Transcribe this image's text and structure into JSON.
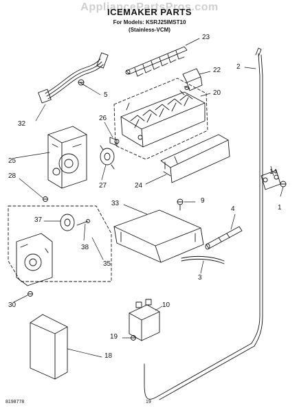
{
  "header": {
    "watermark": "AppliancePartsPros.com",
    "title": "ICEMAKER PARTS",
    "models_line": "For Models: KSRJ25IMST10",
    "variant_line": "(Stainless-VCM)"
  },
  "callouts": {
    "c23": "23",
    "c2": "2",
    "c22": "22",
    "c5": "5",
    "c20": "20",
    "c32": "32",
    "c26": "26",
    "c25": "25",
    "c14": "14",
    "c28": "28",
    "c27": "27",
    "c24": "24",
    "c1": "1",
    "c33": "33",
    "c9": "9",
    "c4": "4",
    "c37": "37",
    "c38": "38",
    "c35": "35",
    "c3": "3",
    "c30": "30",
    "c10": "10",
    "c19": "19",
    "c18": "18"
  },
  "footer": {
    "doc_number": "8198778",
    "page_number": "19"
  }
}
